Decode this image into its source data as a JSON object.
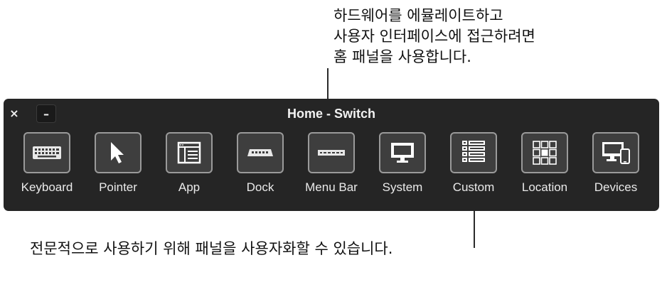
{
  "callouts": {
    "top": "하드웨어를 에뮬레이트하고\n사용자 인터페이스에 접근하려면\n홈 패널을 사용합니다.",
    "bottom": "전문적으로 사용하기 위해 패널을 사용자화할 수 있습니다."
  },
  "panel": {
    "title": "Home - Switch",
    "close_label": "×",
    "minimize_label": "–",
    "items": [
      {
        "label": "Keyboard",
        "icon": "keyboard-icon"
      },
      {
        "label": "Pointer",
        "icon": "pointer-icon"
      },
      {
        "label": "App",
        "icon": "app-window-icon"
      },
      {
        "label": "Dock",
        "icon": "dock-icon"
      },
      {
        "label": "Menu Bar",
        "icon": "menu-bar-icon"
      },
      {
        "label": "System",
        "icon": "monitor-icon"
      },
      {
        "label": "Custom",
        "icon": "list-icon"
      },
      {
        "label": "Location",
        "icon": "grid-icon"
      },
      {
        "label": "Devices",
        "icon": "devices-icon"
      }
    ]
  },
  "colors": {
    "panel_bg": "#252525",
    "tile_bg": "#3e3e3e",
    "tile_border": "#9a9a9a",
    "text_light": "#eaeaea"
  }
}
